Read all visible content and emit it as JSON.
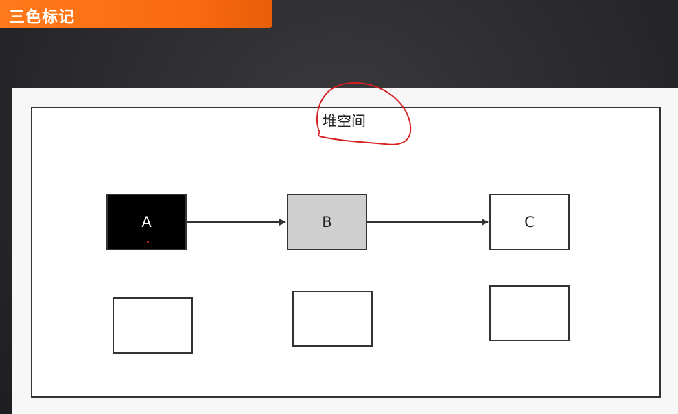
{
  "slide": {
    "title": "三色标记",
    "accent_color": "#f96a10"
  },
  "diagram": {
    "heap_label": "堆空间",
    "nodes": [
      {
        "id": "A",
        "label": "A",
        "color": "black"
      },
      {
        "id": "B",
        "label": "B",
        "color": "gray"
      },
      {
        "id": "C",
        "label": "C",
        "color": "white"
      }
    ],
    "empty_nodes_count": 3,
    "edges": [
      {
        "from": "A",
        "to": "B"
      },
      {
        "from": "B",
        "to": "C"
      }
    ],
    "annotation": {
      "shape": "red-hand-drawn-circle",
      "target": "heap_label",
      "color": "#d42020"
    }
  }
}
